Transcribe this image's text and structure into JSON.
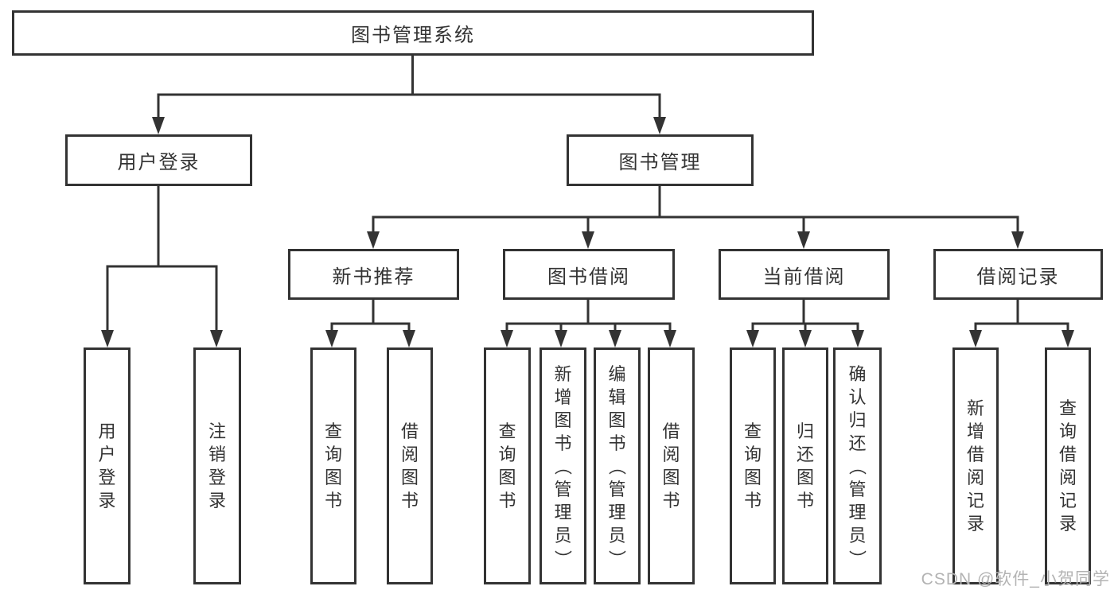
{
  "title": "图书管理系统",
  "watermark": "CSDN @软件_小贺同学",
  "colors": {
    "line": "#333333",
    "text": "#333333",
    "box_background": "#ffffff",
    "watermark": "#b3b3b3",
    "background": "#ffffff"
  },
  "nodes": {
    "root": "图书管理系统",
    "login": "用户登录",
    "management": "图书管理",
    "new_books": "新书推荐",
    "borrowing": "图书借阅",
    "current": "当前借阅",
    "records": "借阅记录"
  },
  "leaves": {
    "user_login": "用户登录",
    "logout": "注销登录",
    "new_query": "查询图书",
    "new_borrow": "借阅图书",
    "bw_query": "查询图书",
    "bw_add": "新增图书（管理员）",
    "bw_edit": "编辑图书（管理员）",
    "bw_borrow": "借阅图书",
    "cur_query": "查询图书",
    "cur_return": "归还图书",
    "cur_confirm": "确认归还（管理员）",
    "rec_add": "新增借阅记录",
    "rec_query": "查询借阅记录"
  },
  "hierarchy": {
    "图书管理系统": {
      "用户登录": [
        "用户登录",
        "注销登录"
      ],
      "图书管理": {
        "新书推荐": [
          "查询图书",
          "借阅图书"
        ],
        "图书借阅": [
          "查询图书",
          "新增图书（管理员）",
          "编辑图书（管理员）",
          "借阅图书"
        ],
        "当前借阅": [
          "查询图书",
          "归还图书",
          "确认归还（管理员）"
        ],
        "借阅记录": [
          "新增借阅记录",
          "查询借阅记录"
        ]
      }
    }
  }
}
